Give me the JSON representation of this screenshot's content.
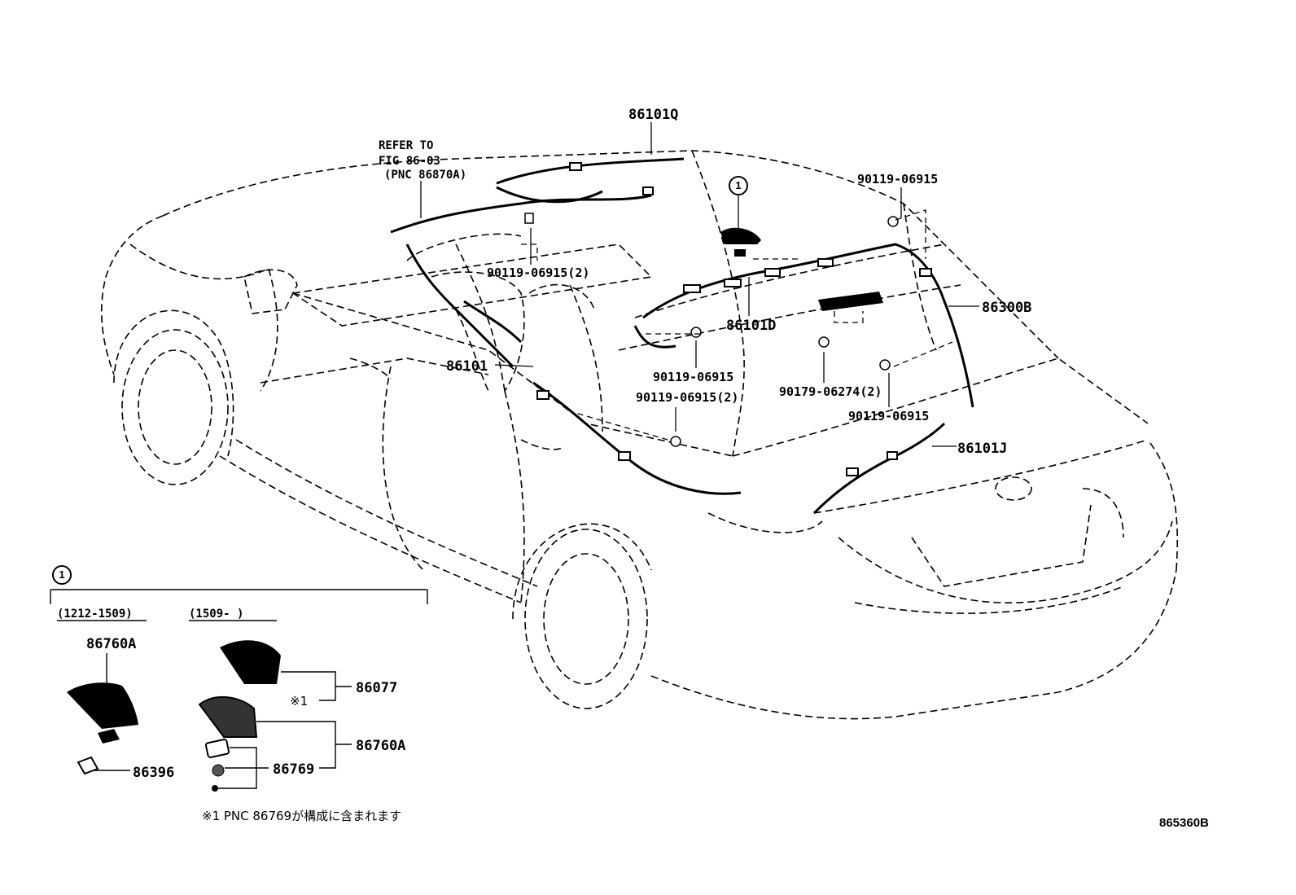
{
  "diagram_id": "865360B",
  "refer": {
    "line1": "REFER TO",
    "line2": "FIG 86-03",
    "line3": "(PNC 86870A)"
  },
  "callout_symbol": "1",
  "parts": {
    "p86101Q": "86101Q",
    "p90119_a": "90119-06915",
    "p90119_2a": "90119-06915(2)",
    "p86101D": "86101D",
    "p86300B": "86300B",
    "p86101": "86101",
    "p90119_b": "90119-06915",
    "p90119_2b": "90119-06915(2)",
    "p90179_2": "90179-06274(2)",
    "p90119_c": "90119-06915",
    "p86101J": "86101J"
  },
  "detail": {
    "range_a": "(1212-1509)",
    "range_b": "(1509-      )",
    "p86760A_top": "86760A",
    "p86396": "86396",
    "p86077": "86077",
    "mark": "※1",
    "p86760A": "86760A",
    "p86769": "86769",
    "footnote": "※1 PNC 86769が構成に含まれます"
  }
}
